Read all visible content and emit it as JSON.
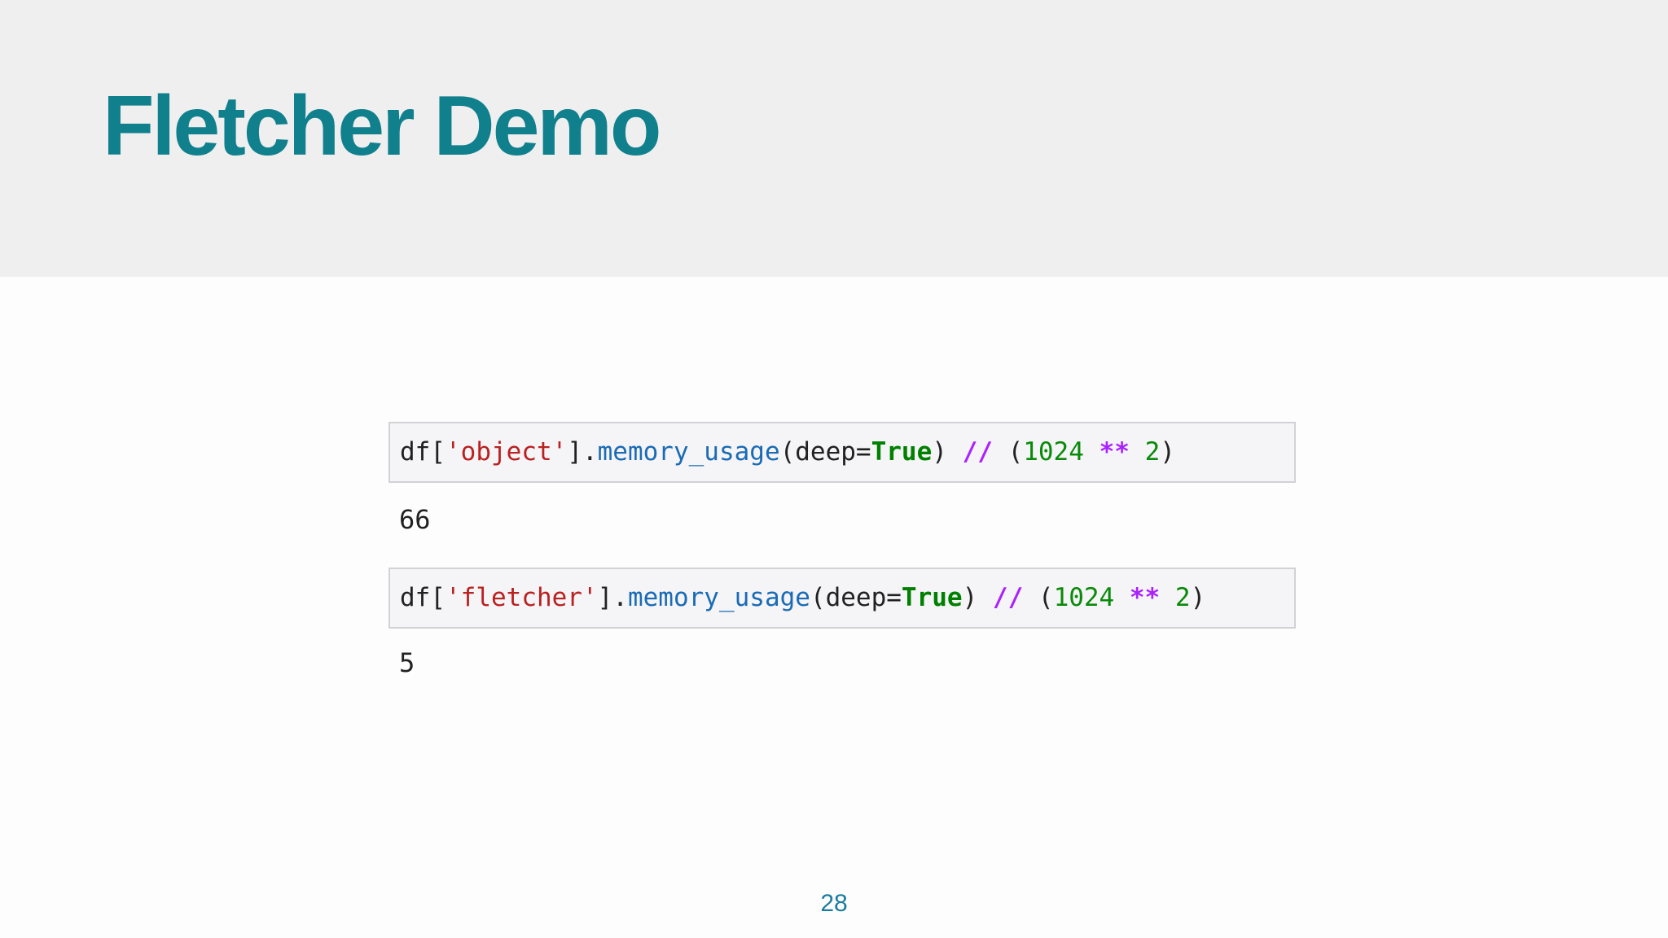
{
  "slide": {
    "title": "Fletcher Demo",
    "page_number": "28"
  },
  "colors": {
    "body_bg": "#FDFDFE",
    "header_bg": "#EFEFF0",
    "accent_teal": "#11808D",
    "cell_bg": "#F5F4F6",
    "cell_border": "#D2D2D6",
    "code_plain": "#212121",
    "code_string": "#BA2121",
    "code_property": "#1A6BB5",
    "code_keyword": "#008000",
    "code_number": "#0A8A0A",
    "code_operator": "#AA22FF",
    "page_number_color": "#1A7C9E"
  },
  "cells": [
    {
      "code_tokens": [
        {
          "t": "df[",
          "c": "plain"
        },
        {
          "t": "'object'",
          "c": "string"
        },
        {
          "t": "].",
          "c": "plain"
        },
        {
          "t": "memory_usage",
          "c": "property"
        },
        {
          "t": "(deep=",
          "c": "plain"
        },
        {
          "t": "True",
          "c": "keyword"
        },
        {
          "t": ") ",
          "c": "plain"
        },
        {
          "t": "//",
          "c": "operator"
        },
        {
          "t": " (",
          "c": "plain"
        },
        {
          "t": "1024",
          "c": "number"
        },
        {
          "t": " ",
          "c": "plain"
        },
        {
          "t": "**",
          "c": "operator"
        },
        {
          "t": " ",
          "c": "plain"
        },
        {
          "t": "2",
          "c": "number"
        },
        {
          "t": ")",
          "c": "plain"
        }
      ],
      "output": "66"
    },
    {
      "code_tokens": [
        {
          "t": "df[",
          "c": "plain"
        },
        {
          "t": "'fletcher'",
          "c": "string"
        },
        {
          "t": "].",
          "c": "plain"
        },
        {
          "t": "memory_usage",
          "c": "property"
        },
        {
          "t": "(deep=",
          "c": "plain"
        },
        {
          "t": "True",
          "c": "keyword"
        },
        {
          "t": ") ",
          "c": "plain"
        },
        {
          "t": "//",
          "c": "operator"
        },
        {
          "t": " (",
          "c": "plain"
        },
        {
          "t": "1024",
          "c": "number"
        },
        {
          "t": " ",
          "c": "plain"
        },
        {
          "t": "**",
          "c": "operator"
        },
        {
          "t": " ",
          "c": "plain"
        },
        {
          "t": "2",
          "c": "number"
        },
        {
          "t": ")",
          "c": "plain"
        }
      ],
      "output": "5"
    }
  ]
}
